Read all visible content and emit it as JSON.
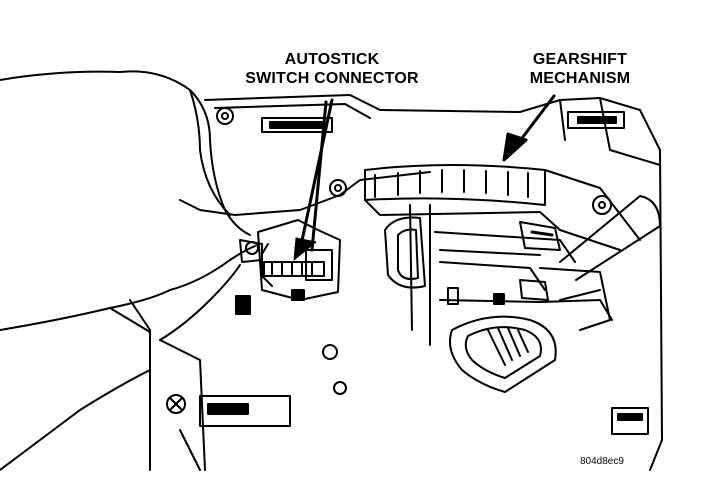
{
  "callouts": {
    "autostick": {
      "line1": "AUTOSTICK",
      "line2": "SWITCH CONNECTOR"
    },
    "gearshift": {
      "line1": "GEARSHIFT",
      "line2": "MECHANISM"
    }
  },
  "figure_id": "804d8ec9",
  "colors": {
    "ink": "#000000",
    "paper": "#ffffff"
  }
}
